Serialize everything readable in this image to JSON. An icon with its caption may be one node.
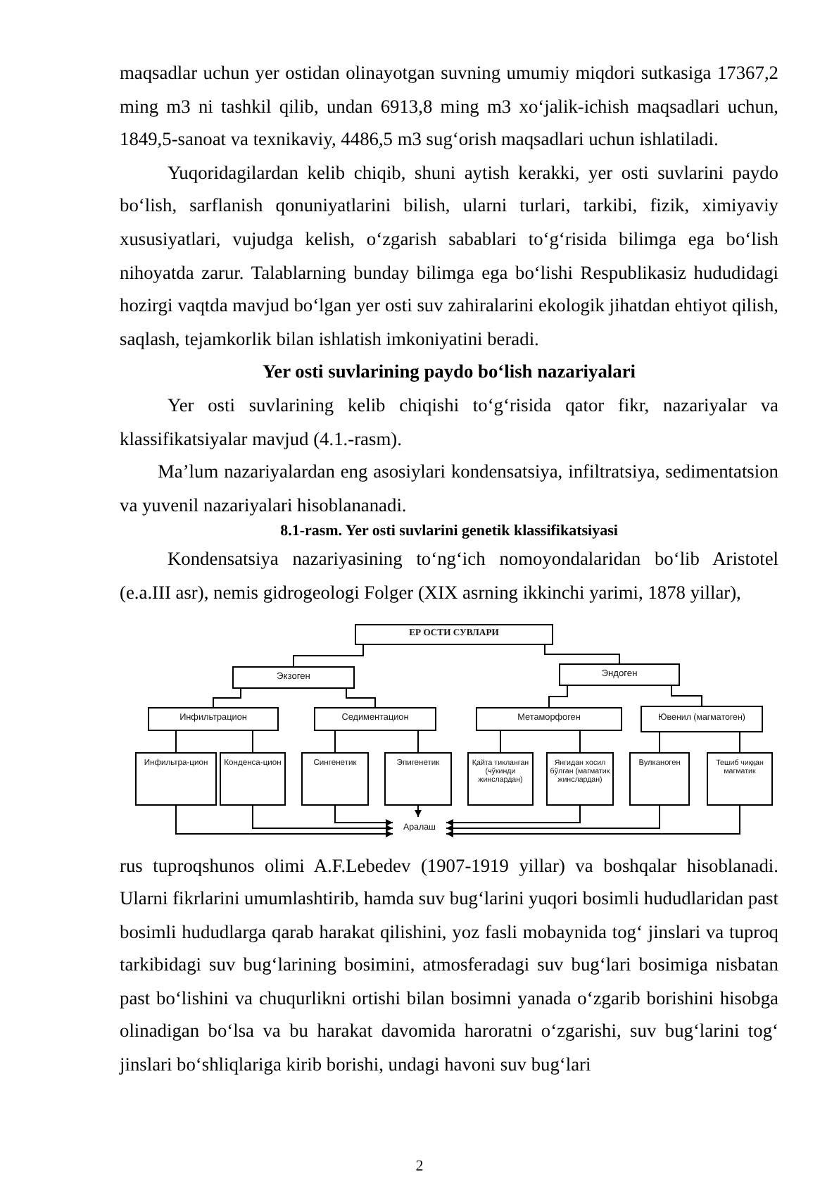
{
  "diagram": {
    "nodes": [
      {
        "text": [
          "ЕР ОСТИ СУВЛАРИ"
        ]
      },
      {
        "text": [
          "Экзоген"
        ]
      },
      {
        "text": [
          "Эндоген"
        ]
      },
      {
        "text": [
          "Инфильтрацион"
        ]
      },
      {
        "text": [
          "Седиментацион"
        ]
      },
      {
        "text": [
          "Метаморфоген"
        ]
      },
      {
        "text": [
          "Ювенил (магматоген)"
        ]
      },
      {
        "text": [
          "Инфильтра-цион"
        ]
      },
      {
        "text": [
          "Конденса-цион"
        ]
      },
      {
        "text": [
          "Сингенетик"
        ]
      },
      {
        "text": [
          "Эпигенетик"
        ]
      },
      {
        "text": [
          "Қайта тикланган (чўкинди жинслардан)"
        ]
      },
      {
        "text": [
          "Янгидан хосил бўлган (магматик жинслардан)"
        ]
      },
      {
        "text": [
          "Вулканоген"
        ]
      },
      {
        "text": [
          "Тешиб чиққан магматик"
        ]
      },
      {
        "text": [
          "Аралаш"
        ]
      }
    ],
    "edges": [
      {
        "from": 0,
        "to": 1,
        "arrow": "none"
      },
      {
        "from": 0,
        "to": 2,
        "arrow": "none"
      },
      {
        "from": 1,
        "to": 3,
        "arrow": "none"
      },
      {
        "from": 1,
        "to": 4,
        "arrow": "none"
      },
      {
        "from": 2,
        "to": 5,
        "arrow": "none"
      },
      {
        "from": 2,
        "to": 6,
        "arrow": "none"
      },
      {
        "from": 3,
        "to": 7,
        "arrow": "none"
      },
      {
        "from": 3,
        "to": 8,
        "arrow": "none"
      },
      {
        "from": 4,
        "to": 9,
        "arrow": "none"
      },
      {
        "from": 4,
        "to": 10,
        "arrow": "none"
      },
      {
        "from": 5,
        "to": 11,
        "arrow": "none"
      },
      {
        "from": 5,
        "to": 12,
        "arrow": "none"
      },
      {
        "from": 6,
        "to": 13,
        "arrow": "none"
      },
      {
        "from": 6,
        "to": 14,
        "arrow": "none"
      },
      {
        "from": 7,
        "to": 15,
        "arrow": "to"
      },
      {
        "from": 8,
        "to": 15,
        "arrow": "to"
      },
      {
        "from": 9,
        "to": 15,
        "arrow": "to"
      },
      {
        "from": 10,
        "to": 15,
        "arrow": "to"
      },
      {
        "from": 12,
        "to": 15,
        "arrow": "to"
      },
      {
        "from": 13,
        "to": 15,
        "arrow": "to"
      },
      {
        "from": 14,
        "to": 15,
        "arrow": "to"
      }
    ],
    "labels": [
      "maqsadlar uchun yer ostidan olinayotgan suvning umumiy miqdori sutkasiga 17367,2 ming m3 ni tashkil qilib, undan 6913,8 ming m3 xo‘jalik-ichish maqsadlari uchun, 1849,5-sanoat va texnikaviy, 4486,5 m3 sug‘orish maqsadlari uchun ishlatiladi.",
      "Yuqoridagilardan kelib chiqib, shuni aytish kerakki, yer osti suvlarini paydo bo‘lish, sarflanish qonuniyatlarini bilish, ularni turlari, tarkibi, fizik, ximiyaviy xususiyatlari, vujudga kelish, o‘zgarish sabablari to‘g‘risida bilimga ega bo‘lish nihoyatda zarur. Talablarning bunday bilimga ega bo‘lishi Respublikasiz hududidagi hozirgi vaqtda mavjud bo‘lgan yer osti suv zahiralarini ekologik jihatdan ehtiyot qilish, saqlash, tejamkorlik bilan ishlatish imkoniyatini beradi.",
      "Yer osti suvlarining paydo bo‘lish nazariyalari",
      "Yer osti suvlarining kelib chiqishi to‘g‘risida qator fikr, nazariyalar va klassifikatsiyalar mavjud (4.1.-rasm).",
      "Ma’lum nazariyalardan eng asosiylari kondensatsiya, infiltratsiya, sedimentatsion va yuvenil nazariyalari hisoblananadi.",
      "8.1-rasm. Yer osti suvlarini genetik klassifikatsiyasi",
      "Kondensatsiya nazariyasining to‘ng‘ich nomoyondalaridan bo‘lib Aristotel (e.a.III asr), nemis gidrogeologi Folger (XIX asrning ikkinchi yarimi, 1878 yillar),",
      "rus tuproqshunos olimi A.F.Lebedev (1907-1919 yillar) va boshqalar hisoblanadi. Ularni fikrlarini umumlashtirib, hamda suv bug‘larini yuqori bosimli hududlaridan past bosimli hududlarga qarab harakat qilishini, yoz fasli mobaynida tog‘ jinslari va tuproq tarkibidagi suv bug‘larining bosimini, atmosferadagi suv bug‘lari bosimiga nisbatan past bo‘lishini va chuqurlikni ortishi bilan bosimni yanada o‘zgarib borishini hisobga olinadigan bo‘lsa va bu harakat davomida haroratni o‘zgarishi, suv bug‘larini tog‘ jinslari bo‘shliqlariga kirib borishi, undagi havoni suv bug‘lari",
      "2"
    ]
  }
}
